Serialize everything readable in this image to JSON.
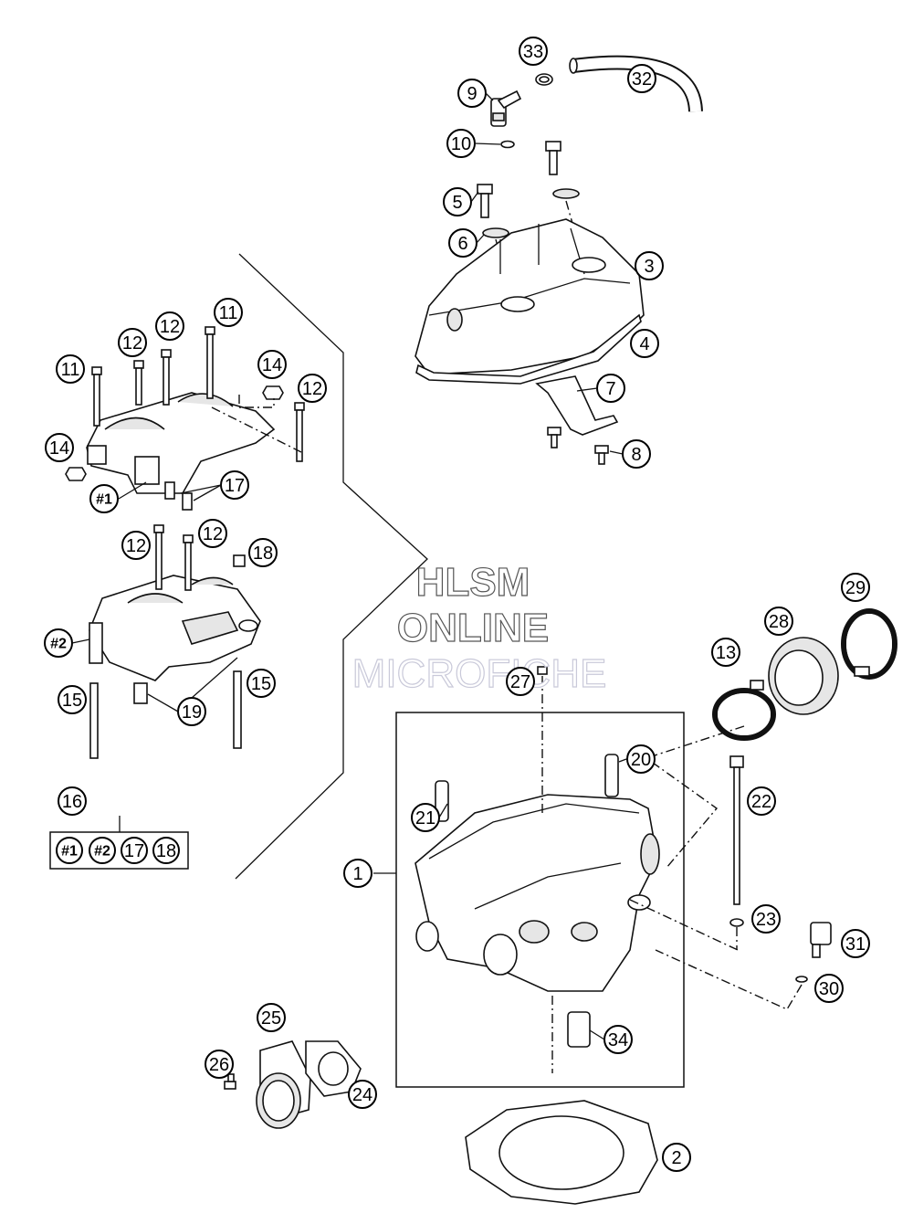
{
  "watermark": {
    "line1": "HLSM",
    "line2": "ONLINE",
    "line3": "MICROFICHE"
  },
  "callouts": [
    {
      "id": "c1",
      "label": "1"
    },
    {
      "id": "c2",
      "label": "2"
    },
    {
      "id": "c3",
      "label": "3"
    },
    {
      "id": "c4",
      "label": "4"
    },
    {
      "id": "c5",
      "label": "5"
    },
    {
      "id": "c6",
      "label": "6"
    },
    {
      "id": "c7",
      "label": "7"
    },
    {
      "id": "c8",
      "label": "8"
    },
    {
      "id": "c9",
      "label": "9"
    },
    {
      "id": "c10",
      "label": "10"
    },
    {
      "id": "c11a",
      "label": "11"
    },
    {
      "id": "c11b",
      "label": "11"
    },
    {
      "id": "c12a",
      "label": "12"
    },
    {
      "id": "c12b",
      "label": "12"
    },
    {
      "id": "c12c",
      "label": "12"
    },
    {
      "id": "c12d",
      "label": "12"
    },
    {
      "id": "c12e",
      "label": "12"
    },
    {
      "id": "c13",
      "label": "13"
    },
    {
      "id": "c14a",
      "label": "14"
    },
    {
      "id": "c14b",
      "label": "14"
    },
    {
      "id": "c15a",
      "label": "15"
    },
    {
      "id": "c15b",
      "label": "15"
    },
    {
      "id": "c16",
      "label": "16"
    },
    {
      "id": "c17",
      "label": "17"
    },
    {
      "id": "c18",
      "label": "18"
    },
    {
      "id": "c19",
      "label": "19"
    },
    {
      "id": "c20",
      "label": "20"
    },
    {
      "id": "c21",
      "label": "21"
    },
    {
      "id": "c22",
      "label": "22"
    },
    {
      "id": "c23",
      "label": "23"
    },
    {
      "id": "c24",
      "label": "24"
    },
    {
      "id": "c25",
      "label": "25"
    },
    {
      "id": "c26",
      "label": "26"
    },
    {
      "id": "c27",
      "label": "27"
    },
    {
      "id": "c28",
      "label": "28"
    },
    {
      "id": "c29",
      "label": "29"
    },
    {
      "id": "c30",
      "label": "30"
    },
    {
      "id": "c31",
      "label": "31"
    },
    {
      "id": "c32",
      "label": "32"
    },
    {
      "id": "c33",
      "label": "33"
    },
    {
      "id": "c34",
      "label": "34"
    },
    {
      "id": "h1a",
      "label": "#1"
    },
    {
      "id": "h2a",
      "label": "#2"
    }
  ],
  "kit_box": {
    "title": "16",
    "items": [
      "#1",
      "#2",
      "17",
      "18"
    ]
  }
}
